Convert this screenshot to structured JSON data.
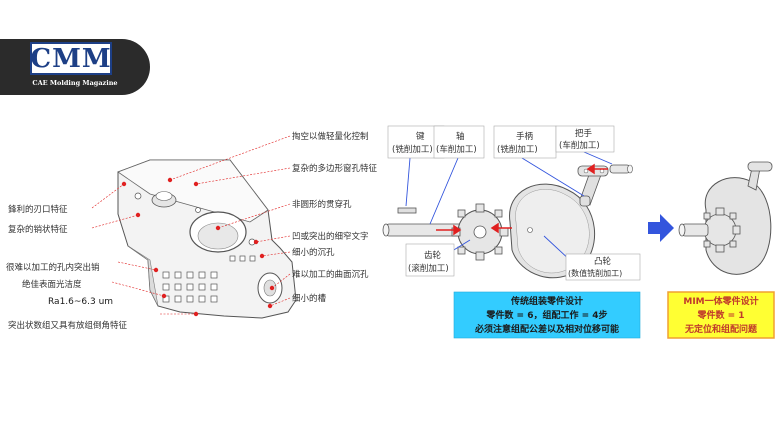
{
  "logo": {
    "brand": "CMM",
    "tagline": "CAE Molding Magazine"
  },
  "left_diagram": {
    "labels": {
      "l1": "鋒利的刃口特征",
      "l2": "复杂的销状特征",
      "l3": "很难以加工的孔内突出销",
      "l4": "绝佳表面光洁度",
      "l5": "Ra1.6~6.3 um",
      "l6": "突出状数组又具有放组倒角特征",
      "r1": "掏空以做轻量化控制",
      "r2": "复杂的多边形窗孔特征",
      "r3": "非圆形的贯穿孔",
      "r4": "凹或突出的细窄文字",
      "r5": "细小的沉孔",
      "r6": "难以加工的曲面沉孔",
      "r7": "细小的槽"
    }
  },
  "right_diagram": {
    "parts": {
      "key": "键",
      "key_proc": "(铣削加工)",
      "shaft": "轴",
      "shaft_proc": "(车削加工)",
      "crank": "手柄",
      "crank_proc": "(铣削加工)",
      "handle": "把手",
      "handle_proc": "(车削加工)",
      "gear": "齿轮",
      "gear_proc": "(滚削加工)",
      "cam": "凸轮",
      "cam_proc": "(数值铣削加工)"
    },
    "traditional_box": {
      "line1": "传统组装零件设计",
      "line2": "零件数 = 6，组配工作 = 4步",
      "line3": "必须注意组配公差以及相对位移可能",
      "bg": "#33ccff"
    },
    "mim_box": {
      "line1": "MIM一体零件设计",
      "line2": "零件数 = 1",
      "line3": "无定位和组配问题",
      "bg": "#ffff33",
      "border": "#f0a030"
    },
    "arrow_color": "#3355dd"
  }
}
